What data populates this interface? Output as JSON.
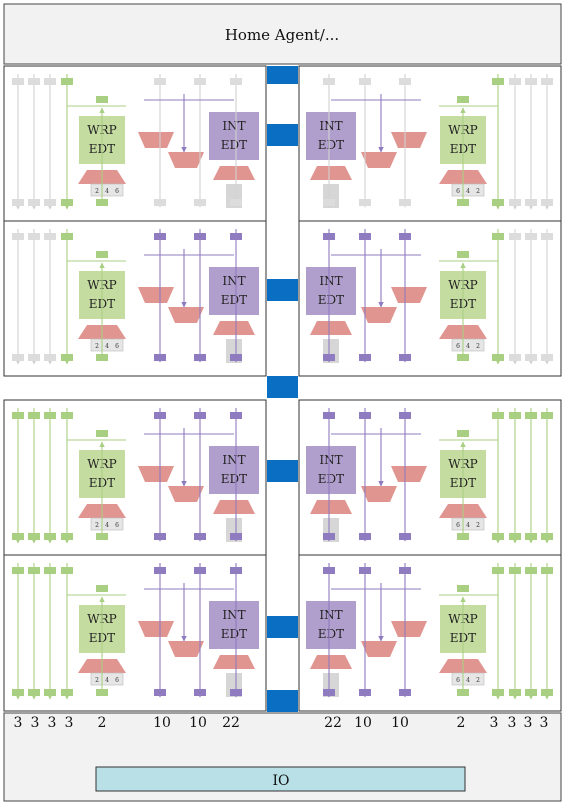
{
  "header": {
    "title": "Home Agent/..."
  },
  "footer": {
    "io_label": "IO"
  },
  "blocks": {
    "wrp_line1": "WRP",
    "wrp_line2": "EDT",
    "int_line1": "INT",
    "int_line2": "EDT"
  },
  "tiny_left": [
    "2",
    "4",
    "6"
  ],
  "tiny_right": [
    "6",
    "4",
    "2"
  ],
  "bottom_counts": {
    "left": [
      "3",
      "3",
      "3",
      "3",
      "2",
      "10",
      "10",
      "22"
    ],
    "right": [
      "22",
      "10",
      "10",
      "2",
      "3",
      "3",
      "3",
      "3"
    ]
  },
  "colors": {
    "wrp": "#c5dca0",
    "int": "#b09fcc",
    "compressor": "#e09590",
    "purple_line": "#8f7bbf",
    "green_line": "#a9cf82",
    "gray_line": "#d2d2d2",
    "spine": "#0a6fc2",
    "io": "#b8e0e6"
  }
}
